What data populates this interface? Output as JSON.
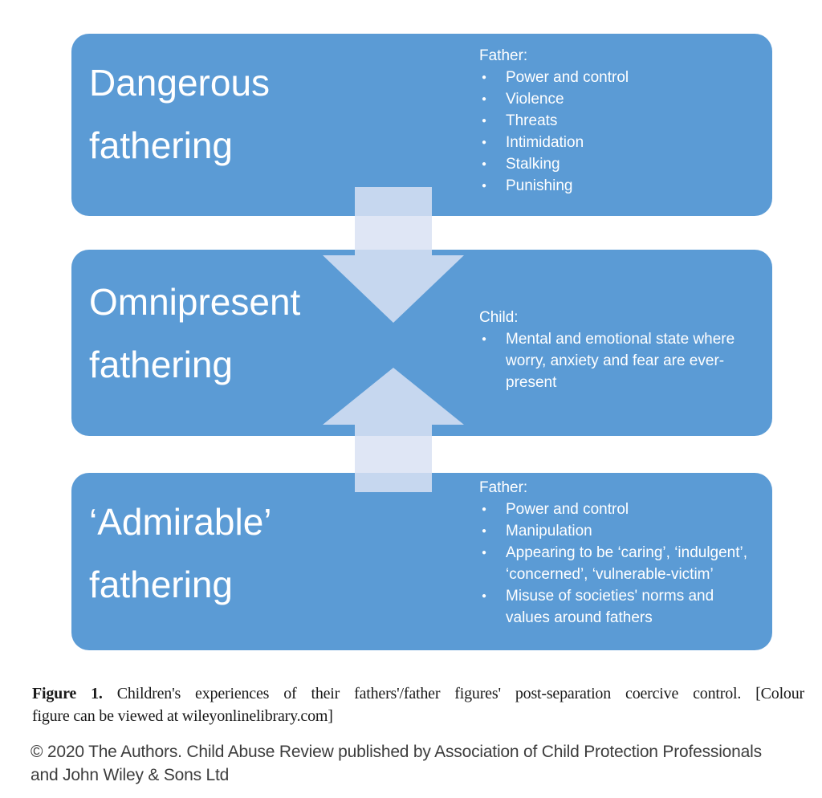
{
  "diagram": {
    "boxes": [
      {
        "title_lines": [
          "Dangerous",
          "fathering"
        ],
        "list": {
          "heading": "Father:",
          "items": [
            "Power and control",
            "Violence",
            "Threats",
            "Intimidation",
            "Stalking",
            "Punishing"
          ]
        }
      },
      {
        "title_lines": [
          "Omnipresent",
          "fathering"
        ],
        "list": {
          "heading": "Child:",
          "items": [
            "Mental and emotional state where worry, anxiety and fear are ever-present"
          ]
        }
      },
      {
        "title_lines": [
          "‘Admirable’",
          "fathering"
        ],
        "list": {
          "heading": "Father:",
          "items": [
            "Power and control",
            "Manipulation",
            "Appearing to be ‘caring’, ‘indulgent’, ‘concerned’, ‘vulnerable-victim’",
            "Misuse of societies' norms and values around fathers"
          ]
        }
      }
    ],
    "arrows": [
      {
        "id": "down-arrow",
        "direction": "down"
      },
      {
        "id": "up-arrow",
        "direction": "up"
      }
    ],
    "colors": {
      "box_fill": "#5b9bd5",
      "arrow_fill": "#d9e2f3",
      "box_text": "#ffffff"
    }
  },
  "caption": {
    "label": "Figure 1.",
    "line1_rest": "Children's experiences of their fathers'/father figures' post-separation coercive control. [Colour",
    "line2": "figure can be viewed at wileyonlinelibrary.com]"
  },
  "copyright": {
    "line1": "© 2020 The Authors. Child Abuse Review published by Association of Child Protection Professionals",
    "line2": "and John Wiley & Sons Ltd"
  }
}
